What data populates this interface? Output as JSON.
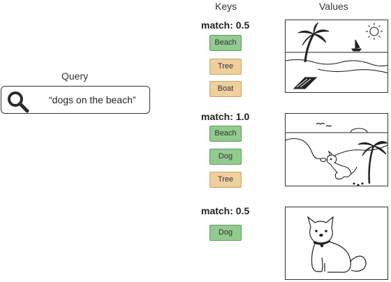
{
  "headers": {
    "keys": "Keys",
    "values": "Values"
  },
  "query": {
    "label": "Query",
    "text": "“dogs on the beach”",
    "icon": "search-icon"
  },
  "groups": [
    {
      "match": "match: 0.5",
      "keys": [
        {
          "label": "Beach",
          "matched": true
        },
        {
          "label": "Tree",
          "matched": false
        },
        {
          "label": "Boat",
          "matched": false
        }
      ],
      "image": "beach-with-palm-tree-sailboat-and-sun"
    },
    {
      "match": "match: 1.0",
      "keys": [
        {
          "label": "Beach",
          "matched": true
        },
        {
          "label": "Dog",
          "matched": true
        },
        {
          "label": "Tree",
          "matched": false
        }
      ],
      "image": "dog-catching-frisbee-on-beach"
    },
    {
      "match": "match: 0.5",
      "keys": [
        {
          "label": "Dog",
          "matched": true
        }
      ],
      "image": "sitting-dog"
    }
  ],
  "colors": {
    "matched_key_fill": "#93ca8f",
    "unmatched_key_fill": "#efcf9c",
    "outline": "#333333"
  }
}
